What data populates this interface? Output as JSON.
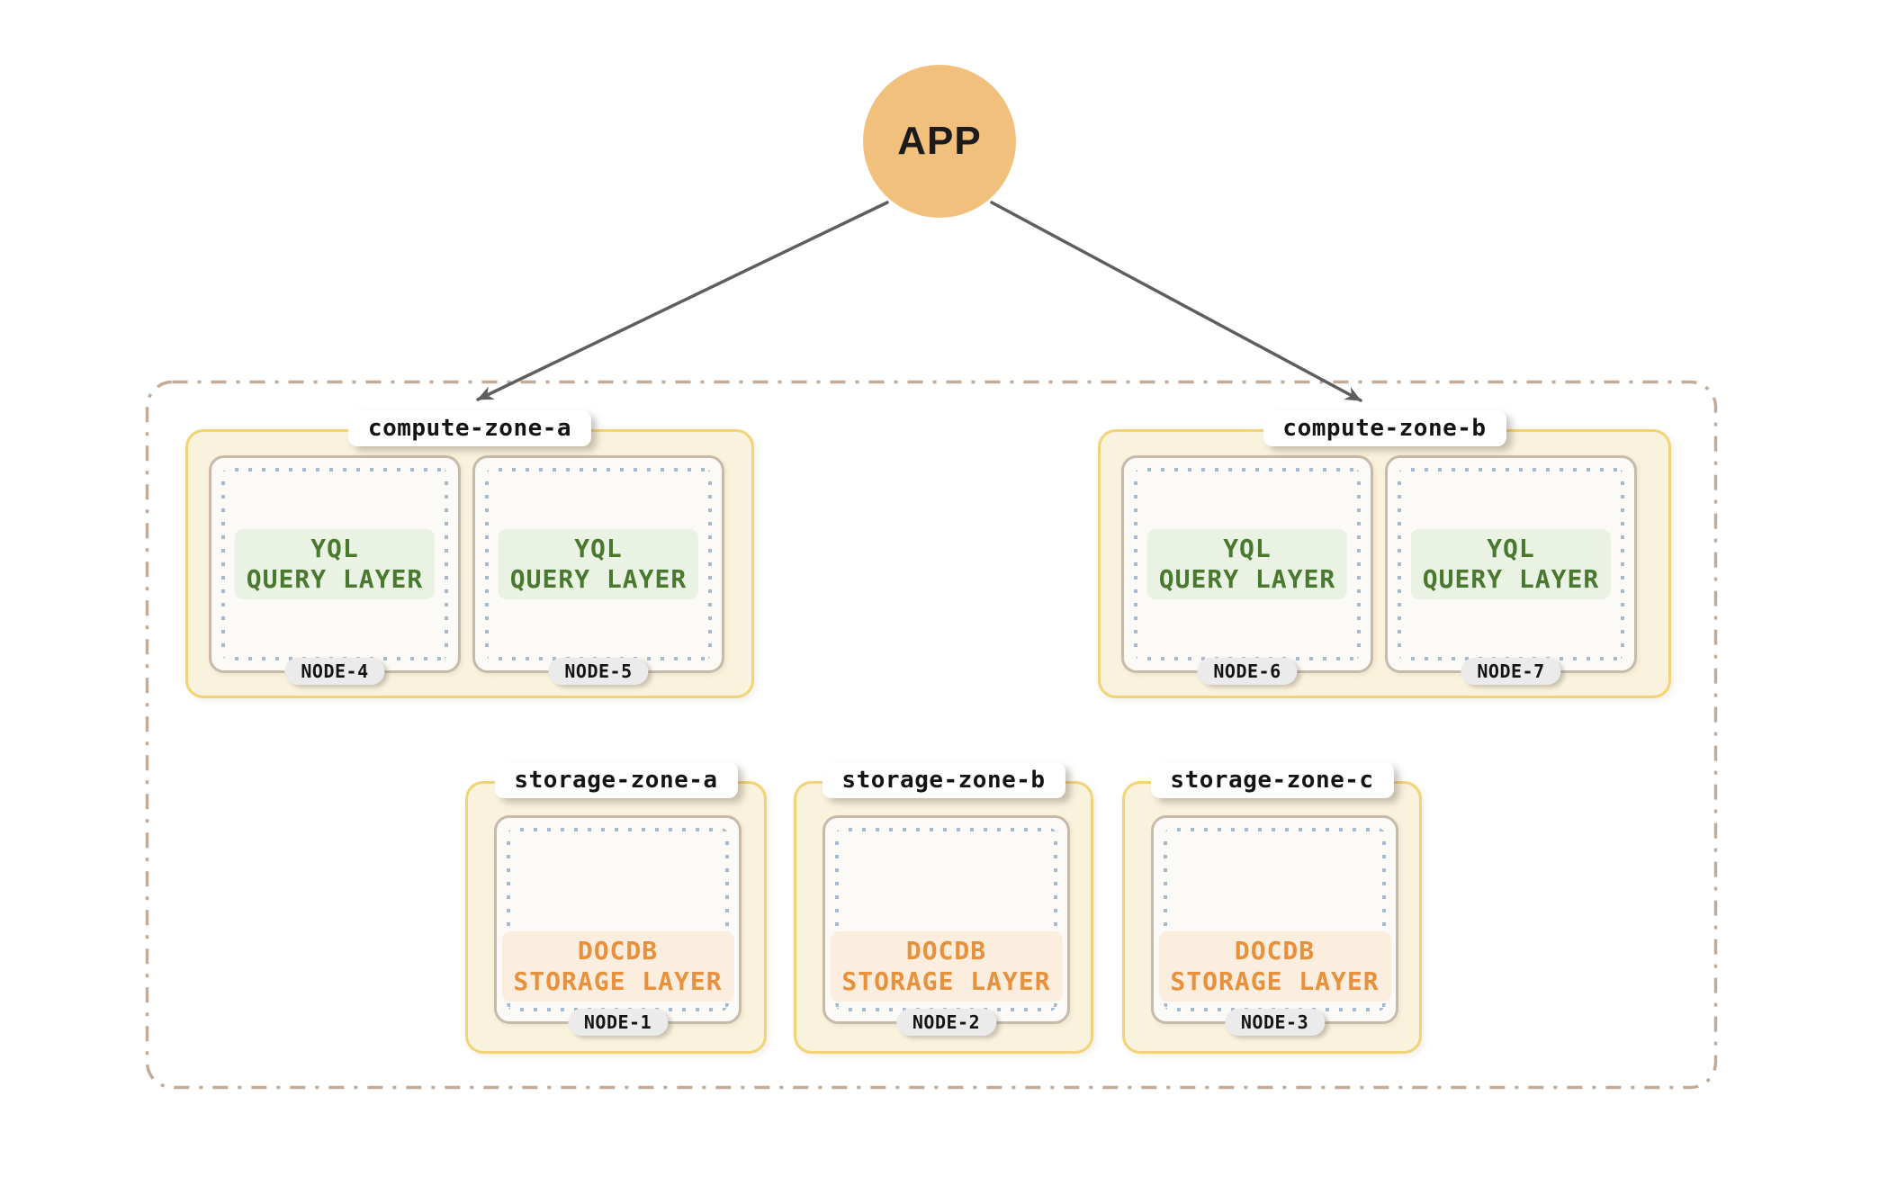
{
  "app": {
    "label": "APP"
  },
  "zones": {
    "compute": [
      {
        "name": "compute-zone-a",
        "nodes": [
          {
            "id": "NODE-4",
            "layer": {
              "line1": "YQL",
              "line2": "QUERY LAYER"
            }
          },
          {
            "id": "NODE-5",
            "layer": {
              "line1": "YQL",
              "line2": "QUERY LAYER"
            }
          }
        ]
      },
      {
        "name": "compute-zone-b",
        "nodes": [
          {
            "id": "NODE-6",
            "layer": {
              "line1": "YQL",
              "line2": "QUERY LAYER"
            }
          },
          {
            "id": "NODE-7",
            "layer": {
              "line1": "YQL",
              "line2": "QUERY LAYER"
            }
          }
        ]
      }
    ],
    "storage": [
      {
        "name": "storage-zone-a",
        "nodes": [
          {
            "id": "NODE-1",
            "layer": {
              "line1": "DOCDB",
              "line2": "STORAGE LAYER"
            }
          }
        ]
      },
      {
        "name": "storage-zone-b",
        "nodes": [
          {
            "id": "NODE-2",
            "layer": {
              "line1": "DOCDB",
              "line2": "STORAGE LAYER"
            }
          }
        ]
      },
      {
        "name": "storage-zone-c",
        "nodes": [
          {
            "id": "NODE-3",
            "layer": {
              "line1": "DOCDB",
              "line2": "STORAGE LAYER"
            }
          }
        ]
      }
    ]
  },
  "colors": {
    "app_circle": "#f2c07d",
    "arrow": "#5e5e5e",
    "cluster_boundary_dash": "#c2ab99",
    "zone_fill": "#f9f2dc",
    "zone_border": "#f2d476",
    "node_fill": "#fbfaf6",
    "node_border": "#c8baab",
    "dotted_inner_border": "#a6bacd",
    "query_layer_text": "#49792e",
    "query_layer_bg": "#e9f2e3",
    "storage_layer_text": "#e8913d",
    "storage_layer_bg": "#fbeede",
    "node_badge_bg": "#ebebeb",
    "label_bg": "#ffffff"
  }
}
